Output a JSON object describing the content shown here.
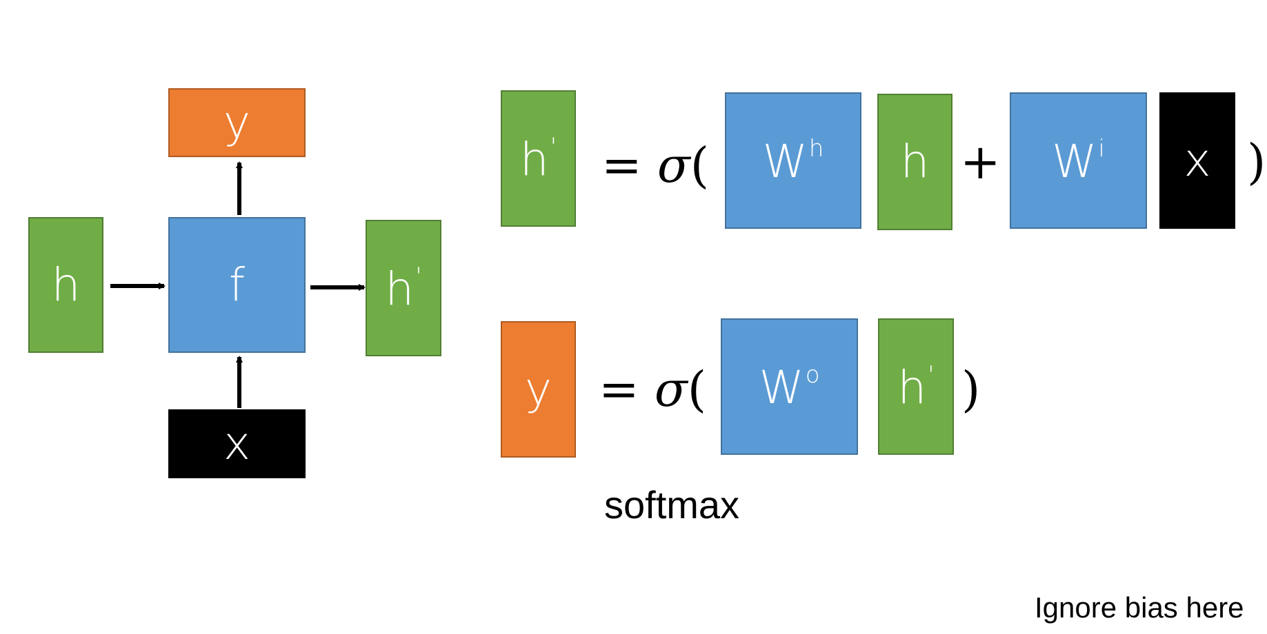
{
  "diagram": {
    "input_h": "h",
    "cell_f": "f",
    "output_h": "h",
    "output_h_prime": "'",
    "output_y": "y",
    "input_x": "x"
  },
  "equation_hidden": {
    "lhs_h": "h",
    "lhs_prime": "'",
    "equals": "=",
    "sigma": "σ",
    "open_paren": "(",
    "w_h_base": "W",
    "w_h_sup": "h",
    "h_term": "h",
    "plus": "+",
    "w_i_base": "W",
    "w_i_sup": "i",
    "x_term": "x",
    "close_paren": ")"
  },
  "equation_output": {
    "lhs_y": "y",
    "equals": "=",
    "sigma": "σ",
    "open_paren": "(",
    "w_o_base": "W",
    "w_o_sup": "o",
    "h_term": "h",
    "h_prime": "'",
    "close_paren": ")",
    "activation_note": "softmax"
  },
  "footnote": "Ignore bias here",
  "colors": {
    "hidden_state": "#70ad47",
    "weight_matrix": "#5b9bd5",
    "output": "#ed7d31",
    "input": "#000000"
  }
}
